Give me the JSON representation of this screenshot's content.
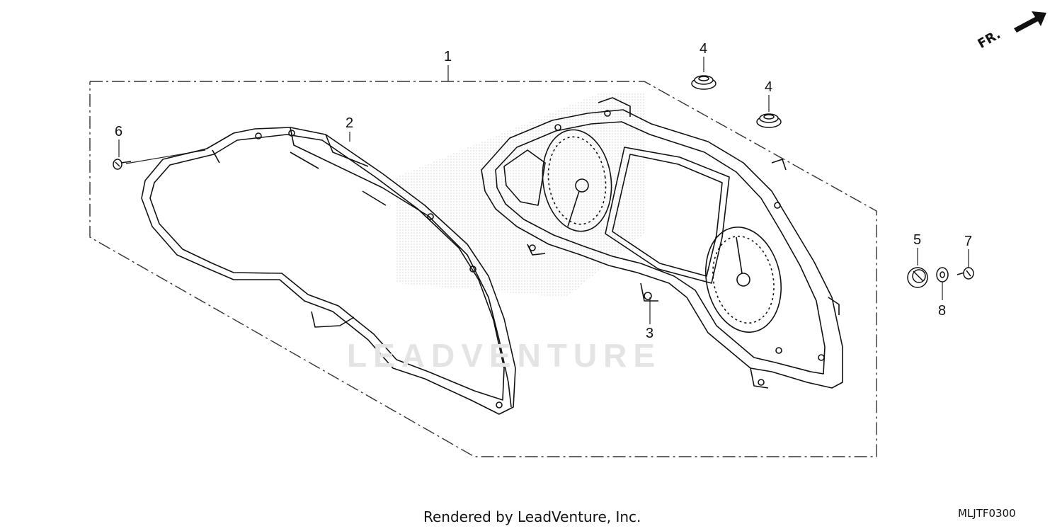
{
  "callouts": {
    "c1": "1",
    "c2": "2",
    "c3": "3",
    "c4a": "4",
    "c4b": "4",
    "c5": "5",
    "c6": "6",
    "c7": "7",
    "c8": "8"
  },
  "direction_label": "FR.",
  "watermark": "LEADVENTURE",
  "footer": "Rendered by LeadVenture, Inc.",
  "diagram_code": "MLJTF0300"
}
